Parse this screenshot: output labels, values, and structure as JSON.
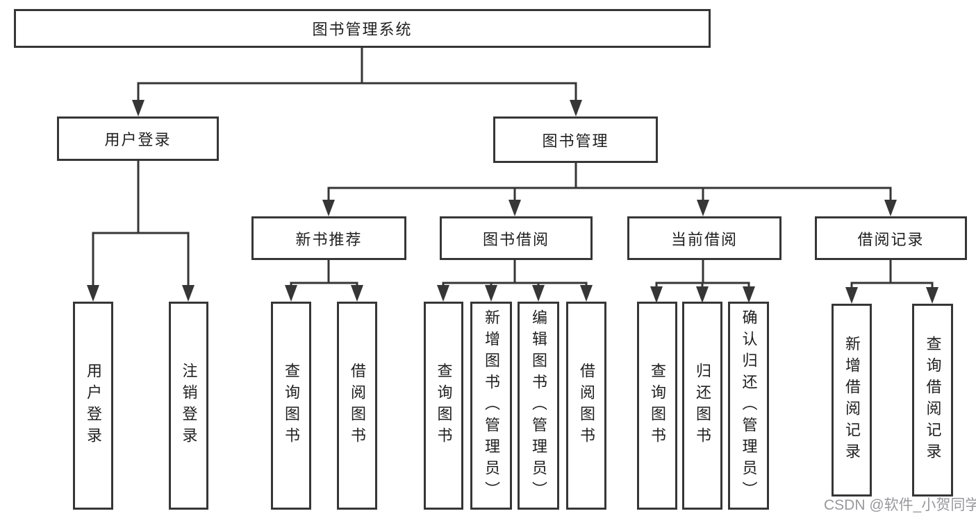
{
  "diagram": {
    "title": "图书管理系统",
    "root": {
      "id": "root",
      "label": "图书管理系统",
      "children": [
        {
          "id": "user_login",
          "label": "用户登录",
          "children": [
            {
              "id": "user_login_leaf",
              "label": "用户登录"
            },
            {
              "id": "logout",
              "label": "注销登录"
            }
          ]
        },
        {
          "id": "book_mgmt",
          "label": "图书管理",
          "children": [
            {
              "id": "new_book_rec",
              "label": "新书推荐",
              "children": [
                {
                  "id": "query_books_1",
                  "label": "查询图书"
                },
                {
                  "id": "borrow_books_1",
                  "label": "借阅图书"
                }
              ]
            },
            {
              "id": "book_borrow",
              "label": "图书借阅",
              "children": [
                {
                  "id": "query_books_2",
                  "label": "查询图书"
                },
                {
                  "id": "add_book",
                  "label": "新增图书（管理员）"
                },
                {
                  "id": "edit_book",
                  "label": "编辑图书（管理员）"
                },
                {
                  "id": "borrow_books_2",
                  "label": "借阅图书"
                }
              ]
            },
            {
              "id": "current_borrow",
              "label": "当前借阅",
              "children": [
                {
                  "id": "query_books_3",
                  "label": "查询图书"
                },
                {
                  "id": "return_book",
                  "label": "归还图书"
                },
                {
                  "id": "confirm_return",
                  "label": "确认归还（管理员）"
                }
              ]
            },
            {
              "id": "borrow_records",
              "label": "借阅记录",
              "children": [
                {
                  "id": "add_borrow_record",
                  "label": "新增借阅记录"
                },
                {
                  "id": "query_borrow_record",
                  "label": "查询借阅记录"
                }
              ]
            }
          ]
        }
      ]
    }
  },
  "watermark": {
    "text": "CSDN @软件_小贺同学"
  },
  "colors": {
    "line": "#363636",
    "text": "#1f1f1f",
    "watermark": "#98989c",
    "background": "#ffffff"
  }
}
